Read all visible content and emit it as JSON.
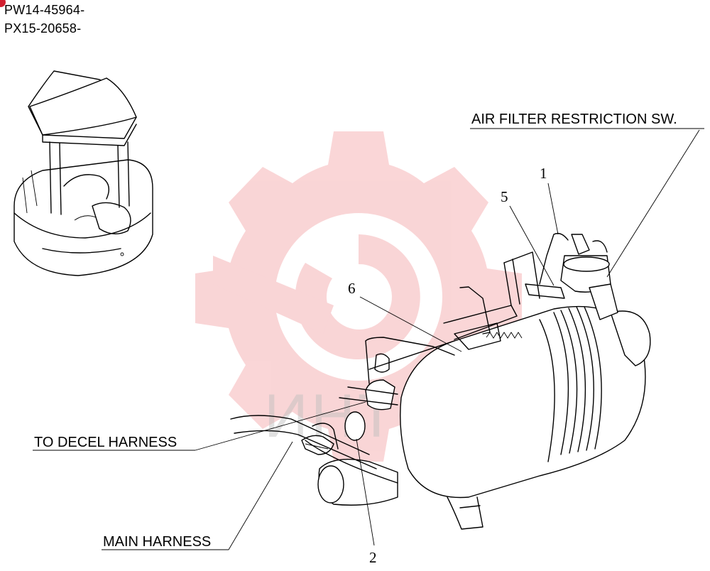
{
  "serials": [
    "PW14-45964-",
    "PX15-20658-"
  ],
  "labels": {
    "air_filter_switch": "AIR FILTER RESTRICTION SW.",
    "decel_harness": "TO DECEL HARNESS",
    "main_harness": "MAIN HARNESS"
  },
  "callouts": [
    "1",
    "5",
    "6",
    "2"
  ],
  "watermark": {
    "text": "ИНТЕХ",
    "color": "#e8434a"
  },
  "colors": {
    "marker": "#d11f2f",
    "line": "#000000"
  }
}
